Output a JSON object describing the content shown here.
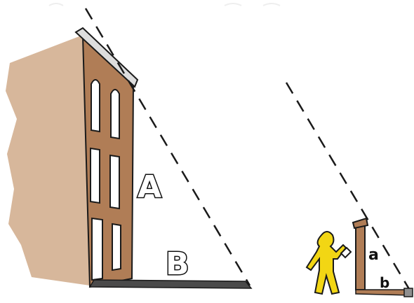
{
  "labels": {
    "building_height": "A",
    "building_shadow": "B",
    "stick_height": "a",
    "stick_shadow": "b"
  },
  "colors": {
    "building": "#b07d56",
    "building_shadow_wall": "#d7b79b",
    "ground_shadow": "#4a4a4a",
    "person": "#f2d614",
    "outline": "#1a1a1a"
  }
}
